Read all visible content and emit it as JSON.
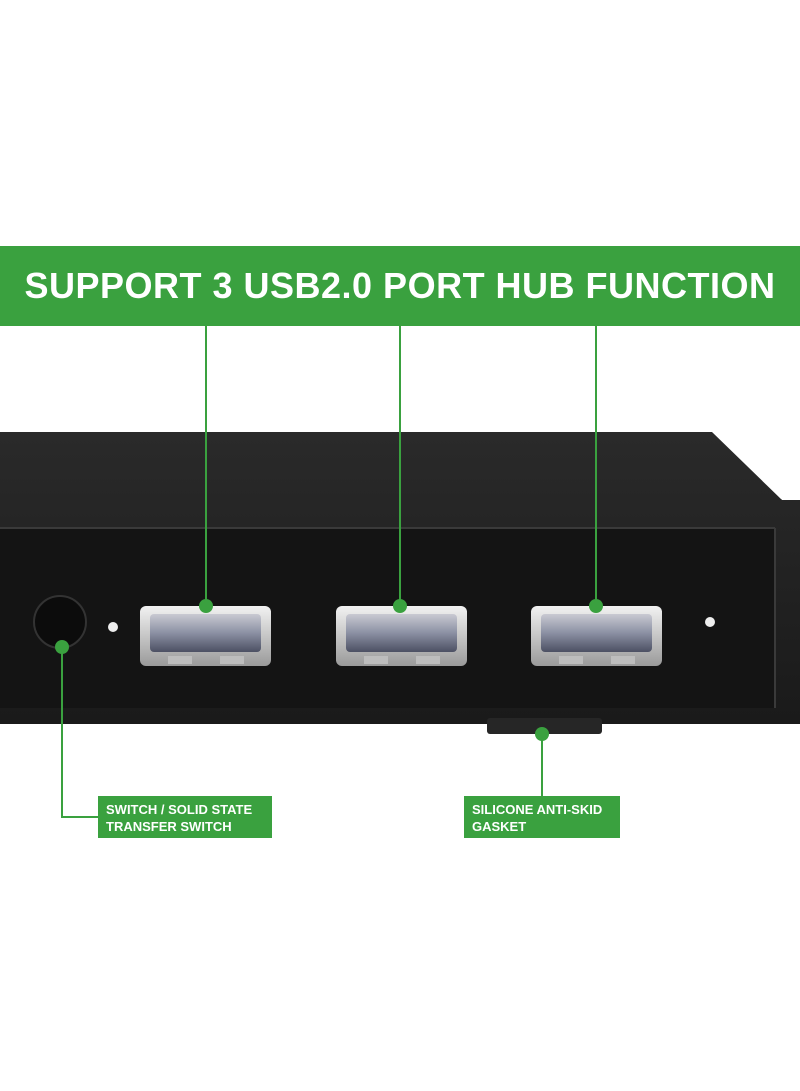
{
  "banner": {
    "title": "SUPPORT 3 USB2.0 PORT HUB FUNCTION"
  },
  "callouts": {
    "switch": {
      "line1": "SWITCH / SOLID STATE",
      "line2": "TRANSFER SWITCH"
    },
    "gasket": {
      "line1": "SILICONE ANTI-SKID",
      "line2": "GASKET"
    }
  },
  "colors": {
    "accent_green": "#3aa13f",
    "device_body": "#1c1c1c",
    "device_face": "#111111"
  },
  "device": {
    "usb_port_count": 3
  }
}
